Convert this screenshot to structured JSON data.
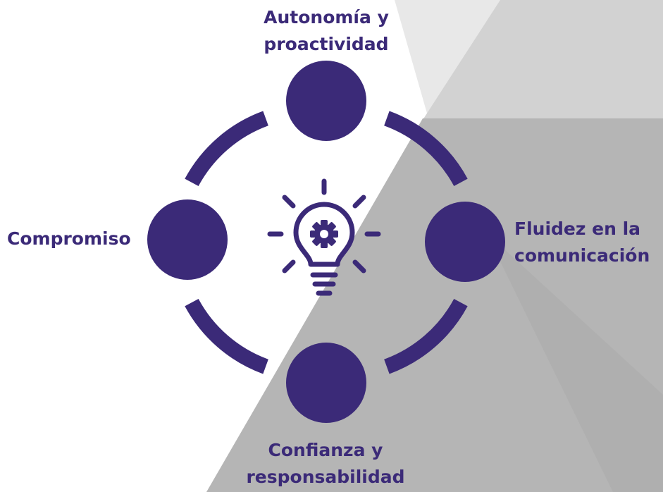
{
  "colors": {
    "accent": "#3b2a78",
    "background": "#ffffff",
    "shape_light": "#e6e6e6",
    "shape_mid": "#cfcfcf",
    "shape_dark": "#b3b3b3"
  },
  "center": {
    "icon": "lightbulb-gear-icon"
  },
  "nodes": {
    "top": {
      "line1": "Autonomía y",
      "line2": "proactividad"
    },
    "left": {
      "line1": "Compromiso"
    },
    "right": {
      "line1": "Fluidez en la",
      "line2": "comunicación"
    },
    "bottom": {
      "line1": "Confianza y",
      "line2": "responsabilidad"
    }
  }
}
